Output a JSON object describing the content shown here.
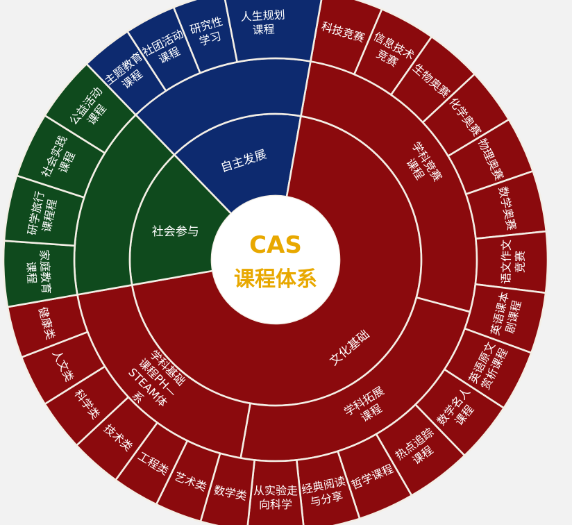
{
  "center": {
    "line1": "CAS",
    "line2": "课程体系"
  },
  "colors": {
    "red": "#8b0a0d",
    "blue": "#0d2a6f",
    "green": "#0f4a1d",
    "divider": "#f4efe6",
    "center_text": "#e8a800",
    "background": "#f2f2f2"
  },
  "groups": [
    {
      "key": "zizhu",
      "label": [
        "自主发展"
      ],
      "color": "blue"
    },
    {
      "key": "wenhua",
      "label": [
        "文化基础"
      ],
      "color": "red"
    },
    {
      "key": "shehui",
      "label": [
        "社会参与"
      ],
      "color": "green"
    }
  ],
  "middle": [
    {
      "label": [
        "学科竞赛",
        "课程"
      ]
    },
    {
      "label": [
        "学科拓展",
        "课程"
      ]
    },
    {
      "label": [
        "学科基础",
        "课程PH—",
        "STEAM体",
        "系"
      ]
    }
  ],
  "outer": [
    {
      "label": [
        "科技竞赛"
      ]
    },
    {
      "label": [
        "信息技术",
        "竞赛"
      ]
    },
    {
      "label": [
        "生物奥赛"
      ]
    },
    {
      "label": [
        "化学奥赛"
      ]
    },
    {
      "label": [
        "物理奥赛"
      ]
    },
    {
      "label": [
        "数学奥赛"
      ]
    },
    {
      "label": [
        "语文作文",
        "竞赛"
      ]
    },
    {
      "label": [
        "英语课本",
        "剧课程"
      ]
    },
    {
      "label": [
        "英语原文",
        "赏析课程"
      ]
    },
    {
      "label": [
        "数学名人",
        "课程"
      ]
    },
    {
      "label": [
        "热点追踪",
        "课程"
      ]
    },
    {
      "label": [
        "哲学课程"
      ]
    },
    {
      "label": [
        "经典阅读",
        "与分享"
      ]
    },
    {
      "label": [
        "从实验走",
        "向科学"
      ]
    },
    {
      "label": [
        "数学类"
      ]
    },
    {
      "label": [
        "艺术类"
      ]
    },
    {
      "label": [
        "工程类"
      ]
    },
    {
      "label": [
        "技术类"
      ]
    },
    {
      "label": [
        "科学类"
      ]
    },
    {
      "label": [
        "人文类"
      ]
    },
    {
      "label": [
        "健康类"
      ]
    },
    {
      "label": [
        "家庭教育",
        "课程"
      ]
    },
    {
      "label": [
        "研学旅行",
        "课程程"
      ]
    },
    {
      "label": [
        "社会实践",
        "课程"
      ]
    },
    {
      "label": [
        "公益活动",
        "课程"
      ]
    },
    {
      "label": [
        "主题教育",
        "课程"
      ]
    },
    {
      "label": [
        "社团活动",
        "课程"
      ]
    },
    {
      "label": [
        "研究性",
        "学习"
      ]
    },
    {
      "label": [
        "人生规划",
        "课程"
      ]
    }
  ]
}
